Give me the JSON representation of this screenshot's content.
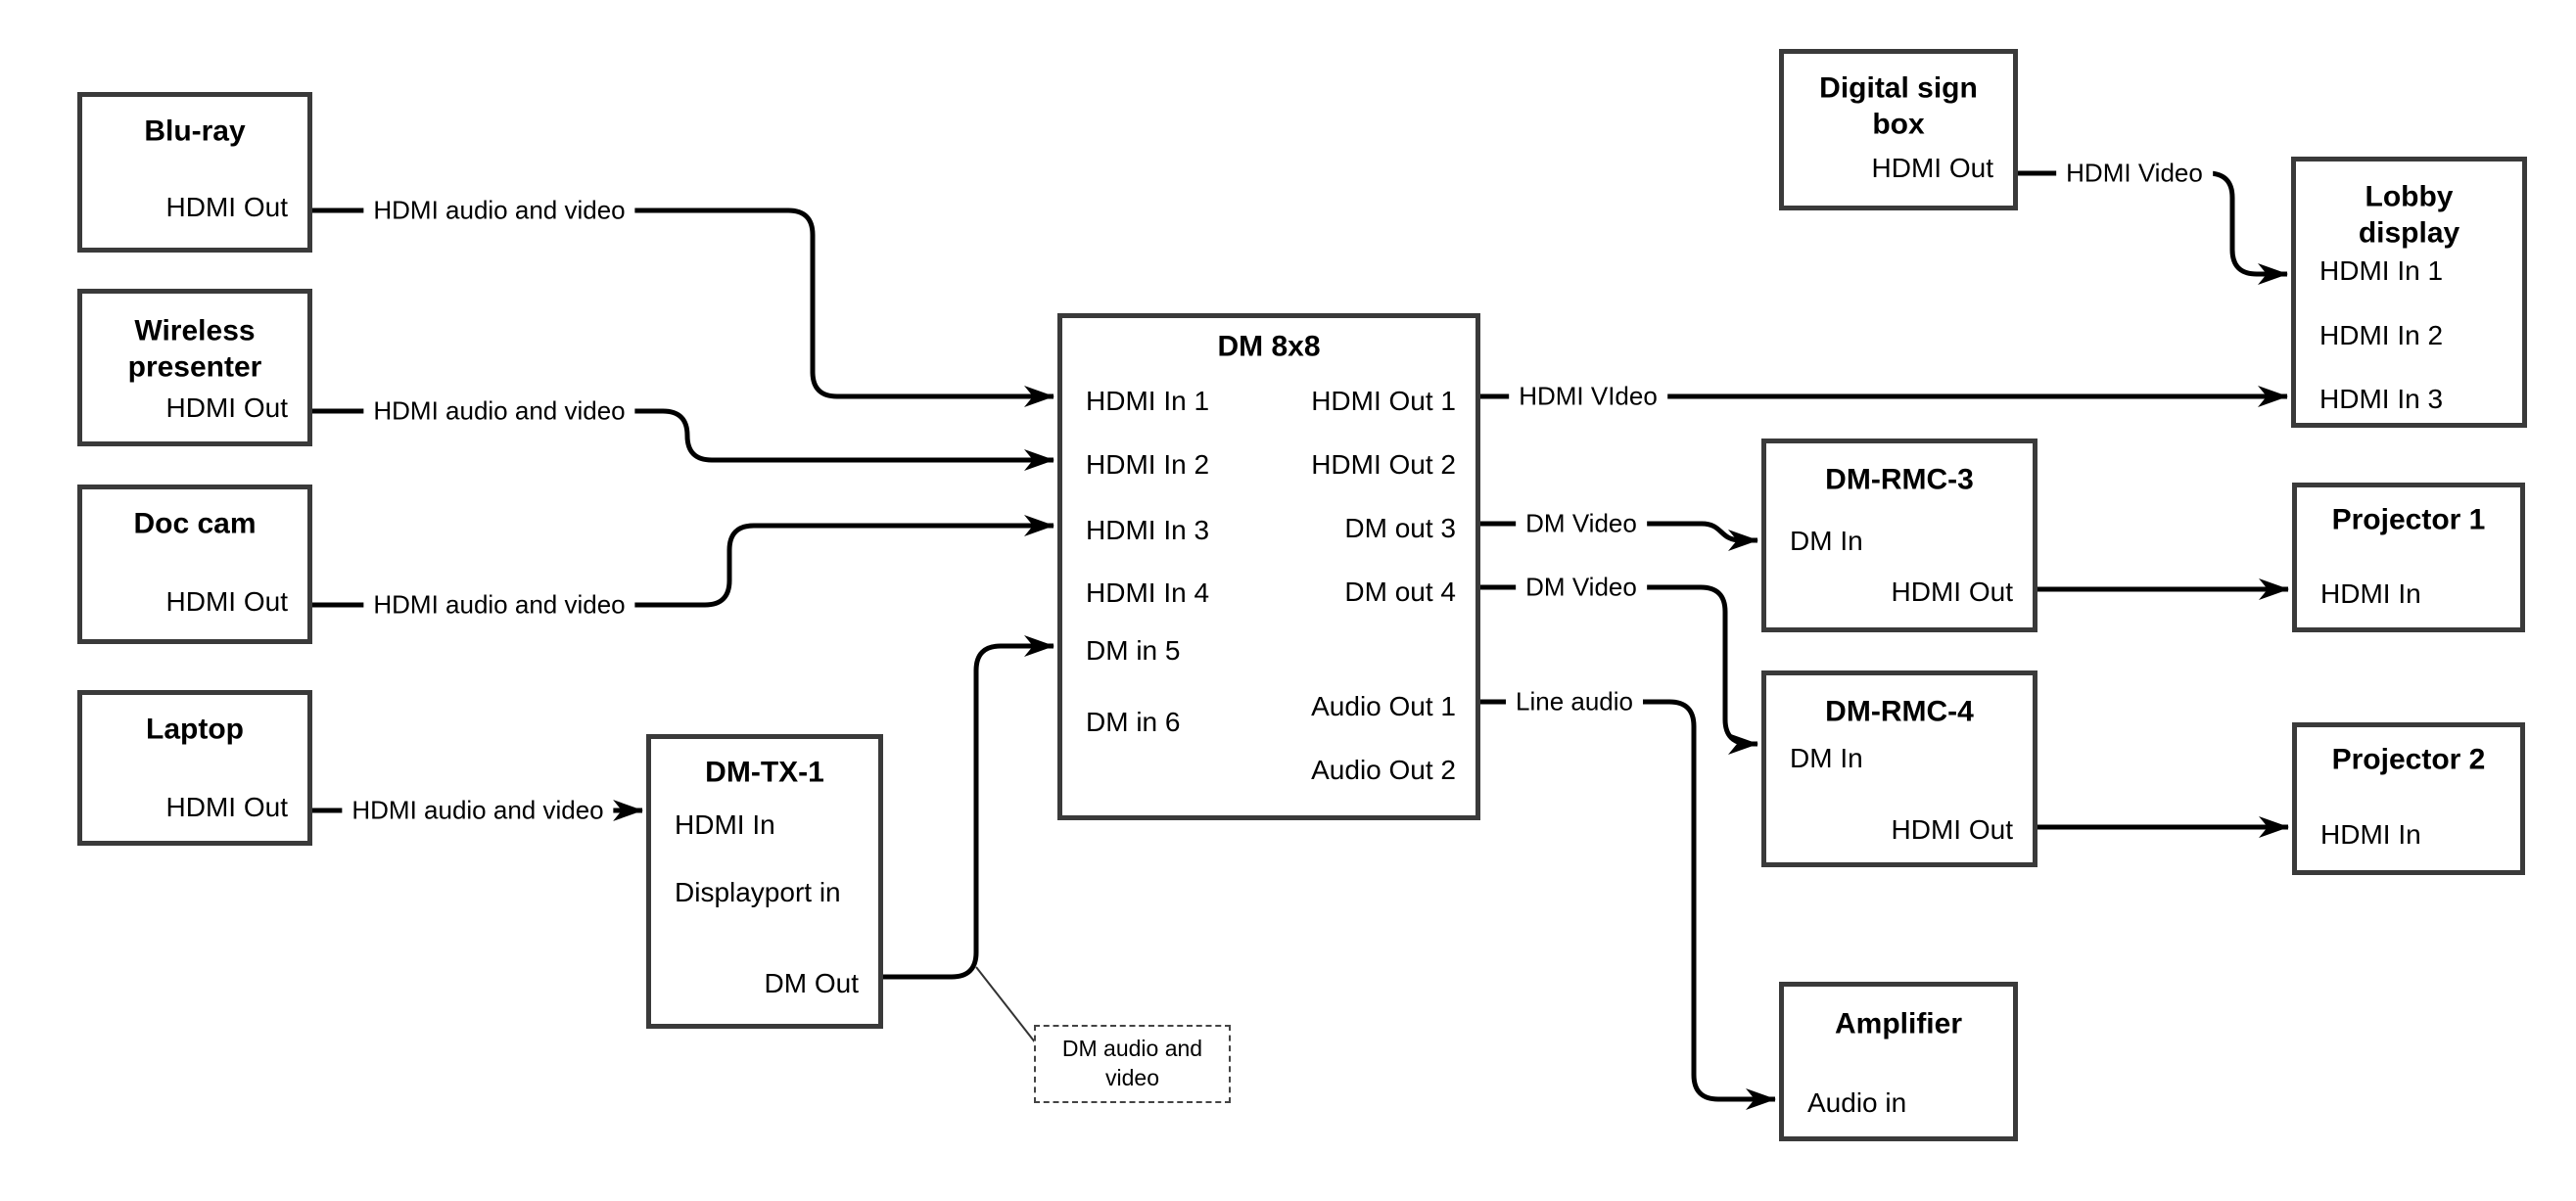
{
  "diagram": {
    "colors": {
      "background": "#ffffff",
      "box_border": "#3a3a3a",
      "line": "#000000",
      "text": "#000000"
    },
    "nodes": [
      {
        "id": "bluray",
        "title": "Blu-ray",
        "ports": [
          {
            "id": "hdmi-out",
            "label": "HDMI Out"
          }
        ]
      },
      {
        "id": "wireless",
        "title": "Wireless presenter",
        "ports": [
          {
            "id": "hdmi-out",
            "label": "HDMI Out"
          }
        ]
      },
      {
        "id": "doccam",
        "title": "Doc cam",
        "ports": [
          {
            "id": "hdmi-out",
            "label": "HDMI Out"
          }
        ]
      },
      {
        "id": "laptop",
        "title": "Laptop",
        "ports": [
          {
            "id": "hdmi-out",
            "label": "HDMI Out"
          }
        ]
      },
      {
        "id": "dmtx1",
        "title": "DM-TX-1",
        "ports": [
          {
            "id": "hdmi-in",
            "label": "HDMI In"
          },
          {
            "id": "dp-in",
            "label": "Displayport in"
          },
          {
            "id": "dm-out",
            "label": "DM Out"
          }
        ]
      },
      {
        "id": "dm8x8",
        "title": "DM 8x8",
        "ports": [
          {
            "id": "in1",
            "label": "HDMI In 1"
          },
          {
            "id": "in2",
            "label": "HDMI In 2"
          },
          {
            "id": "in3",
            "label": "HDMI In 3"
          },
          {
            "id": "in4",
            "label": "HDMI In 4"
          },
          {
            "id": "in5",
            "label": "DM in 5"
          },
          {
            "id": "in6",
            "label": "DM in 6"
          },
          {
            "id": "out1",
            "label": "HDMI Out 1"
          },
          {
            "id": "out2",
            "label": "HDMI Out 2"
          },
          {
            "id": "out3",
            "label": "DM out 3"
          },
          {
            "id": "out4",
            "label": "DM out 4"
          },
          {
            "id": "aout1",
            "label": "Audio Out 1"
          },
          {
            "id": "aout2",
            "label": "Audio Out 2"
          }
        ]
      },
      {
        "id": "digsign",
        "title": "Digital sign box",
        "ports": [
          {
            "id": "hdmi-out",
            "label": "HDMI Out"
          }
        ]
      },
      {
        "id": "lobby",
        "title": "Lobby display",
        "ports": [
          {
            "id": "in1",
            "label": "HDMI In 1"
          },
          {
            "id": "in2",
            "label": "HDMI In 2"
          },
          {
            "id": "in3",
            "label": "HDMI In 3"
          }
        ]
      },
      {
        "id": "rmc3",
        "title": "DM-RMC-3",
        "ports": [
          {
            "id": "dm-in",
            "label": "DM In"
          },
          {
            "id": "hdmi-out",
            "label": "HDMI Out"
          }
        ]
      },
      {
        "id": "proj1",
        "title": "Projector 1",
        "ports": [
          {
            "id": "hdmi-in",
            "label": "HDMI In"
          }
        ]
      },
      {
        "id": "rmc4",
        "title": "DM-RMC-4",
        "ports": [
          {
            "id": "dm-in",
            "label": "DM In"
          },
          {
            "id": "hdmi-out",
            "label": "HDMI Out"
          }
        ]
      },
      {
        "id": "proj2",
        "title": "Projector 2",
        "ports": [
          {
            "id": "hdmi-in",
            "label": "HDMI In"
          }
        ]
      },
      {
        "id": "amp",
        "title": "Amplifier",
        "ports": [
          {
            "id": "audio-in",
            "label": "Audio in"
          }
        ]
      }
    ],
    "edges": [
      {
        "id": "e1",
        "from": "bluray.hdmi-out",
        "to": "dm8x8.in1",
        "label": "HDMI audio and video"
      },
      {
        "id": "e2",
        "from": "wireless.hdmi-out",
        "to": "dm8x8.in2",
        "label": "HDMI audio and video"
      },
      {
        "id": "e3",
        "from": "doccam.hdmi-out",
        "to": "dm8x8.in3",
        "label": "HDMI audio and video"
      },
      {
        "id": "e4",
        "from": "laptop.hdmi-out",
        "to": "dmtx1.hdmi-in",
        "label": "HDMI audio and video"
      },
      {
        "id": "e5",
        "from": "dmtx1.dm-out",
        "to": "dm8x8.in5",
        "label": ""
      },
      {
        "id": "e6",
        "from": "dm8x8.out1",
        "to": "lobby.in3",
        "label": "HDMI VIdeo"
      },
      {
        "id": "e7",
        "from": "dm8x8.out3",
        "to": "rmc3.dm-in",
        "label": "DM Video"
      },
      {
        "id": "e8",
        "from": "dm8x8.out4",
        "to": "rmc4.dm-in",
        "label": "DM Video"
      },
      {
        "id": "e9",
        "from": "dm8x8.aout1",
        "to": "amp.audio-in",
        "label": "Line audio"
      },
      {
        "id": "e10",
        "from": "digsign.hdmi-out",
        "to": "lobby.in1",
        "label": "HDMI Video"
      },
      {
        "id": "e11",
        "from": "rmc3.hdmi-out",
        "to": "proj1.hdmi-in",
        "label": ""
      },
      {
        "id": "e12",
        "from": "rmc4.hdmi-out",
        "to": "proj2.hdmi-in",
        "label": ""
      }
    ],
    "note": {
      "text": "DM audio and video",
      "attached_to": "e5"
    }
  }
}
